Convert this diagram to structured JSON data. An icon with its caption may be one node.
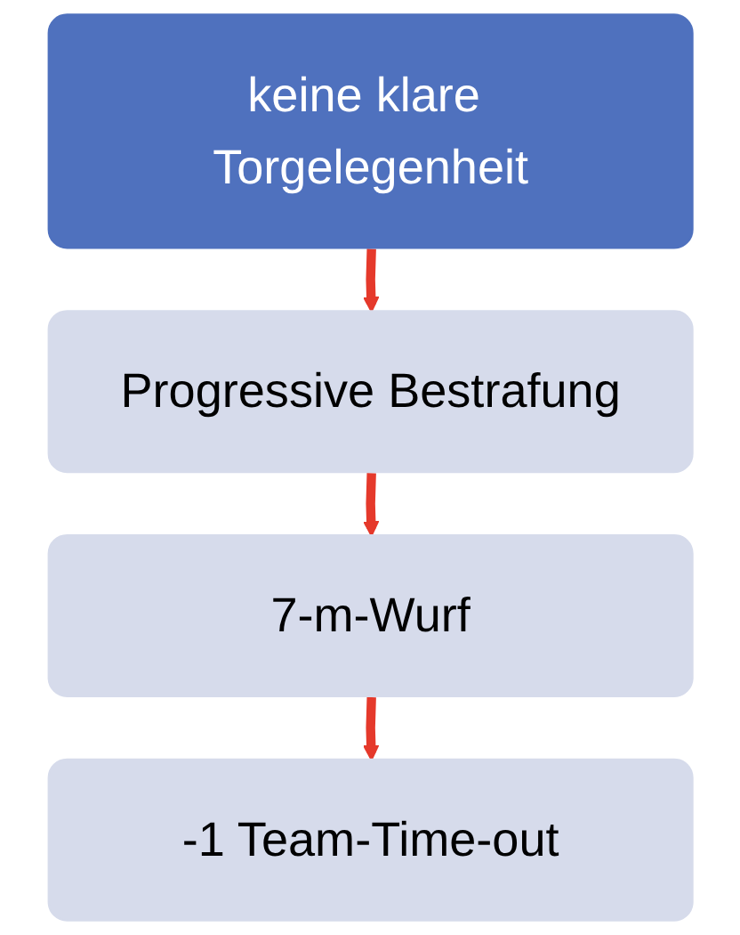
{
  "diagram": {
    "nodes": [
      {
        "text": [
          "keine klare Torgelegenheit"
        ]
      },
      {
        "text": [
          "Progressive Bestrafung"
        ]
      },
      {
        "text": [
          "7-m-Wurf"
        ]
      },
      {
        "text": [
          "-1 Team-Time-out"
        ]
      }
    ],
    "edges": [
      {
        "from": 0,
        "to": 1,
        "arrow": "to"
      },
      {
        "from": 1,
        "to": 2,
        "arrow": "to"
      },
      {
        "from": 2,
        "to": 3,
        "arrow": "to"
      }
    ]
  }
}
